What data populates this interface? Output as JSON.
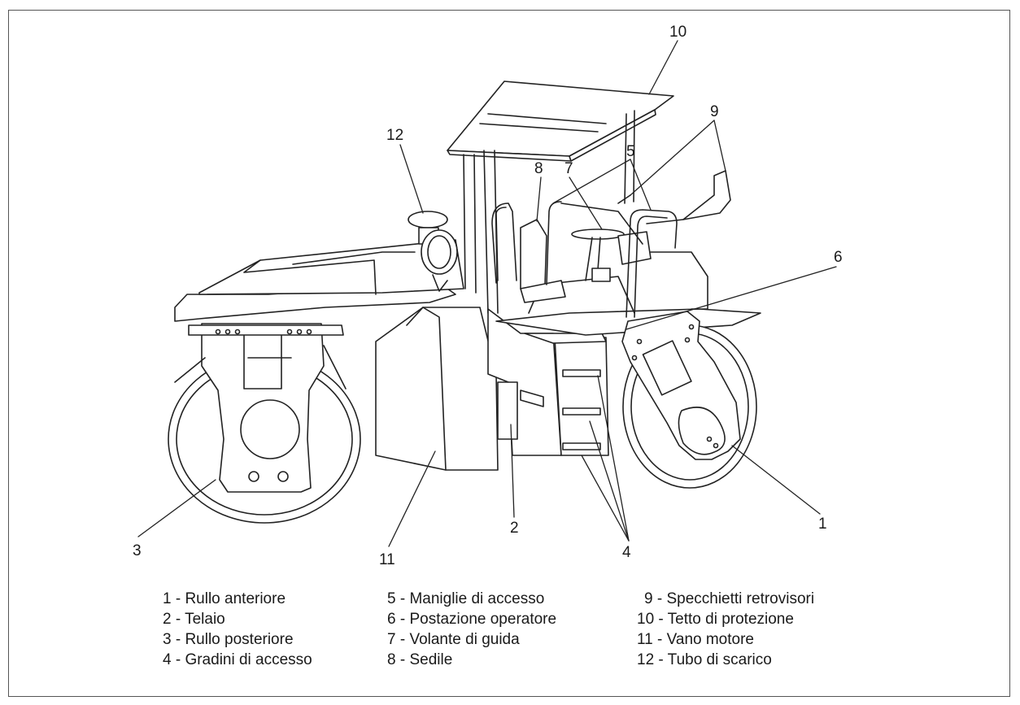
{
  "callouts": [
    "1",
    "2",
    "3",
    "4",
    "5",
    "6",
    "7",
    "8",
    "9",
    "10",
    "11",
    "12"
  ],
  "legend": {
    "col1": [
      "1 - Rullo anteriore",
      "2 - Telaio",
      "3 - Rullo posteriore",
      "4 - Gradini di accesso"
    ],
    "col2": [
      "5 - Maniglie di accesso",
      "6 - Postazione operatore",
      "7 - Volante di guida",
      "8 - Sedile"
    ],
    "col3": [
      "9 - Specchietti retrovisori",
      "10 - Tetto di protezione",
      "11 - Vano motore",
      "12 - Tubo di scarico"
    ]
  }
}
